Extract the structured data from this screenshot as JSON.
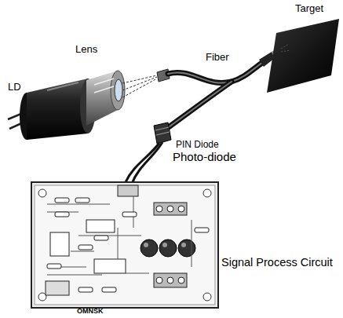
{
  "diagram": {
    "labels": [
      "Target",
      "Lens",
      "Fiber",
      "LD",
      "PIN Diode",
      "Photo-diode",
      "Signal Process Circuit",
      "OMNSK"
    ]
  }
}
